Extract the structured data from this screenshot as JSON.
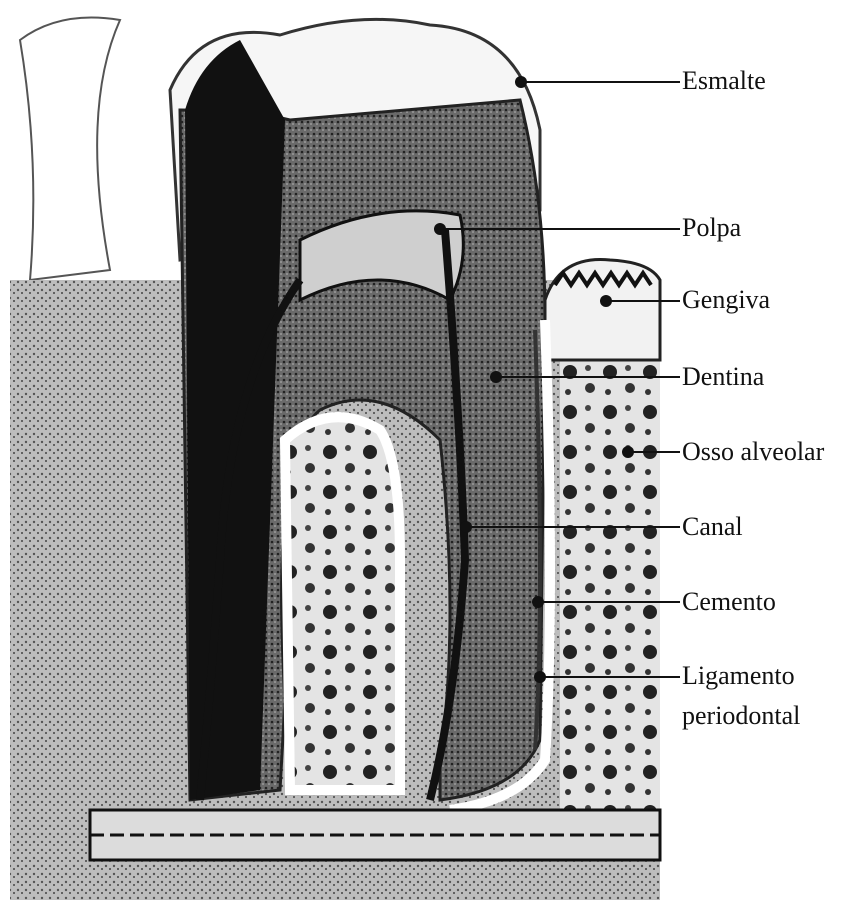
{
  "diagram": {
    "labels": [
      {
        "id": "esmalte",
        "text": "Esmalte"
      },
      {
        "id": "polpa",
        "text": "Polpa"
      },
      {
        "id": "gengiva",
        "text": "Gengiva"
      },
      {
        "id": "dentina",
        "text": "Dentina"
      },
      {
        "id": "osso_alveolar",
        "text": "Osso alveolar"
      },
      {
        "id": "canal",
        "text": "Canal"
      },
      {
        "id": "cemento",
        "text": "Cemento"
      },
      {
        "id": "ligamento_line1",
        "text": "Ligamento"
      },
      {
        "id": "ligamento_line2",
        "text": "periodontal"
      }
    ]
  },
  "colors": {
    "ink": "#111111",
    "paper": "#ffffff",
    "tissue_light": "#d9d9d9",
    "tissue_mid": "#9a9a9a",
    "tissue_dark": "#2a2a2a"
  }
}
